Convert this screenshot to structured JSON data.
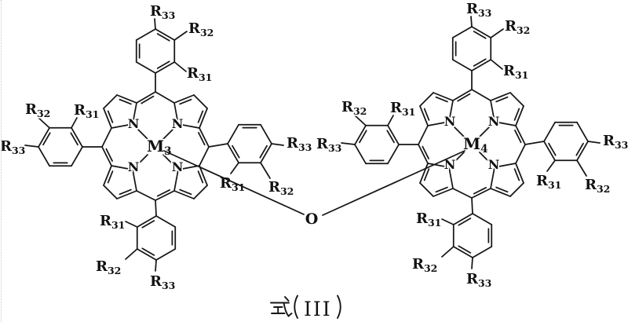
{
  "figure": {
    "caption": "式（III）",
    "caption_numeral": "III",
    "bridge_atom": "O",
    "nitrogen": "N",
    "metals": {
      "m3": {
        "base": "M",
        "sub": "3"
      },
      "m4": {
        "base": "M",
        "sub": "4"
      }
    },
    "substituents": {
      "r31": {
        "base": "R",
        "sub": "31"
      },
      "r32": {
        "base": "R",
        "sub": "32"
      },
      "r33": {
        "base": "R",
        "sub": "33"
      }
    }
  }
}
